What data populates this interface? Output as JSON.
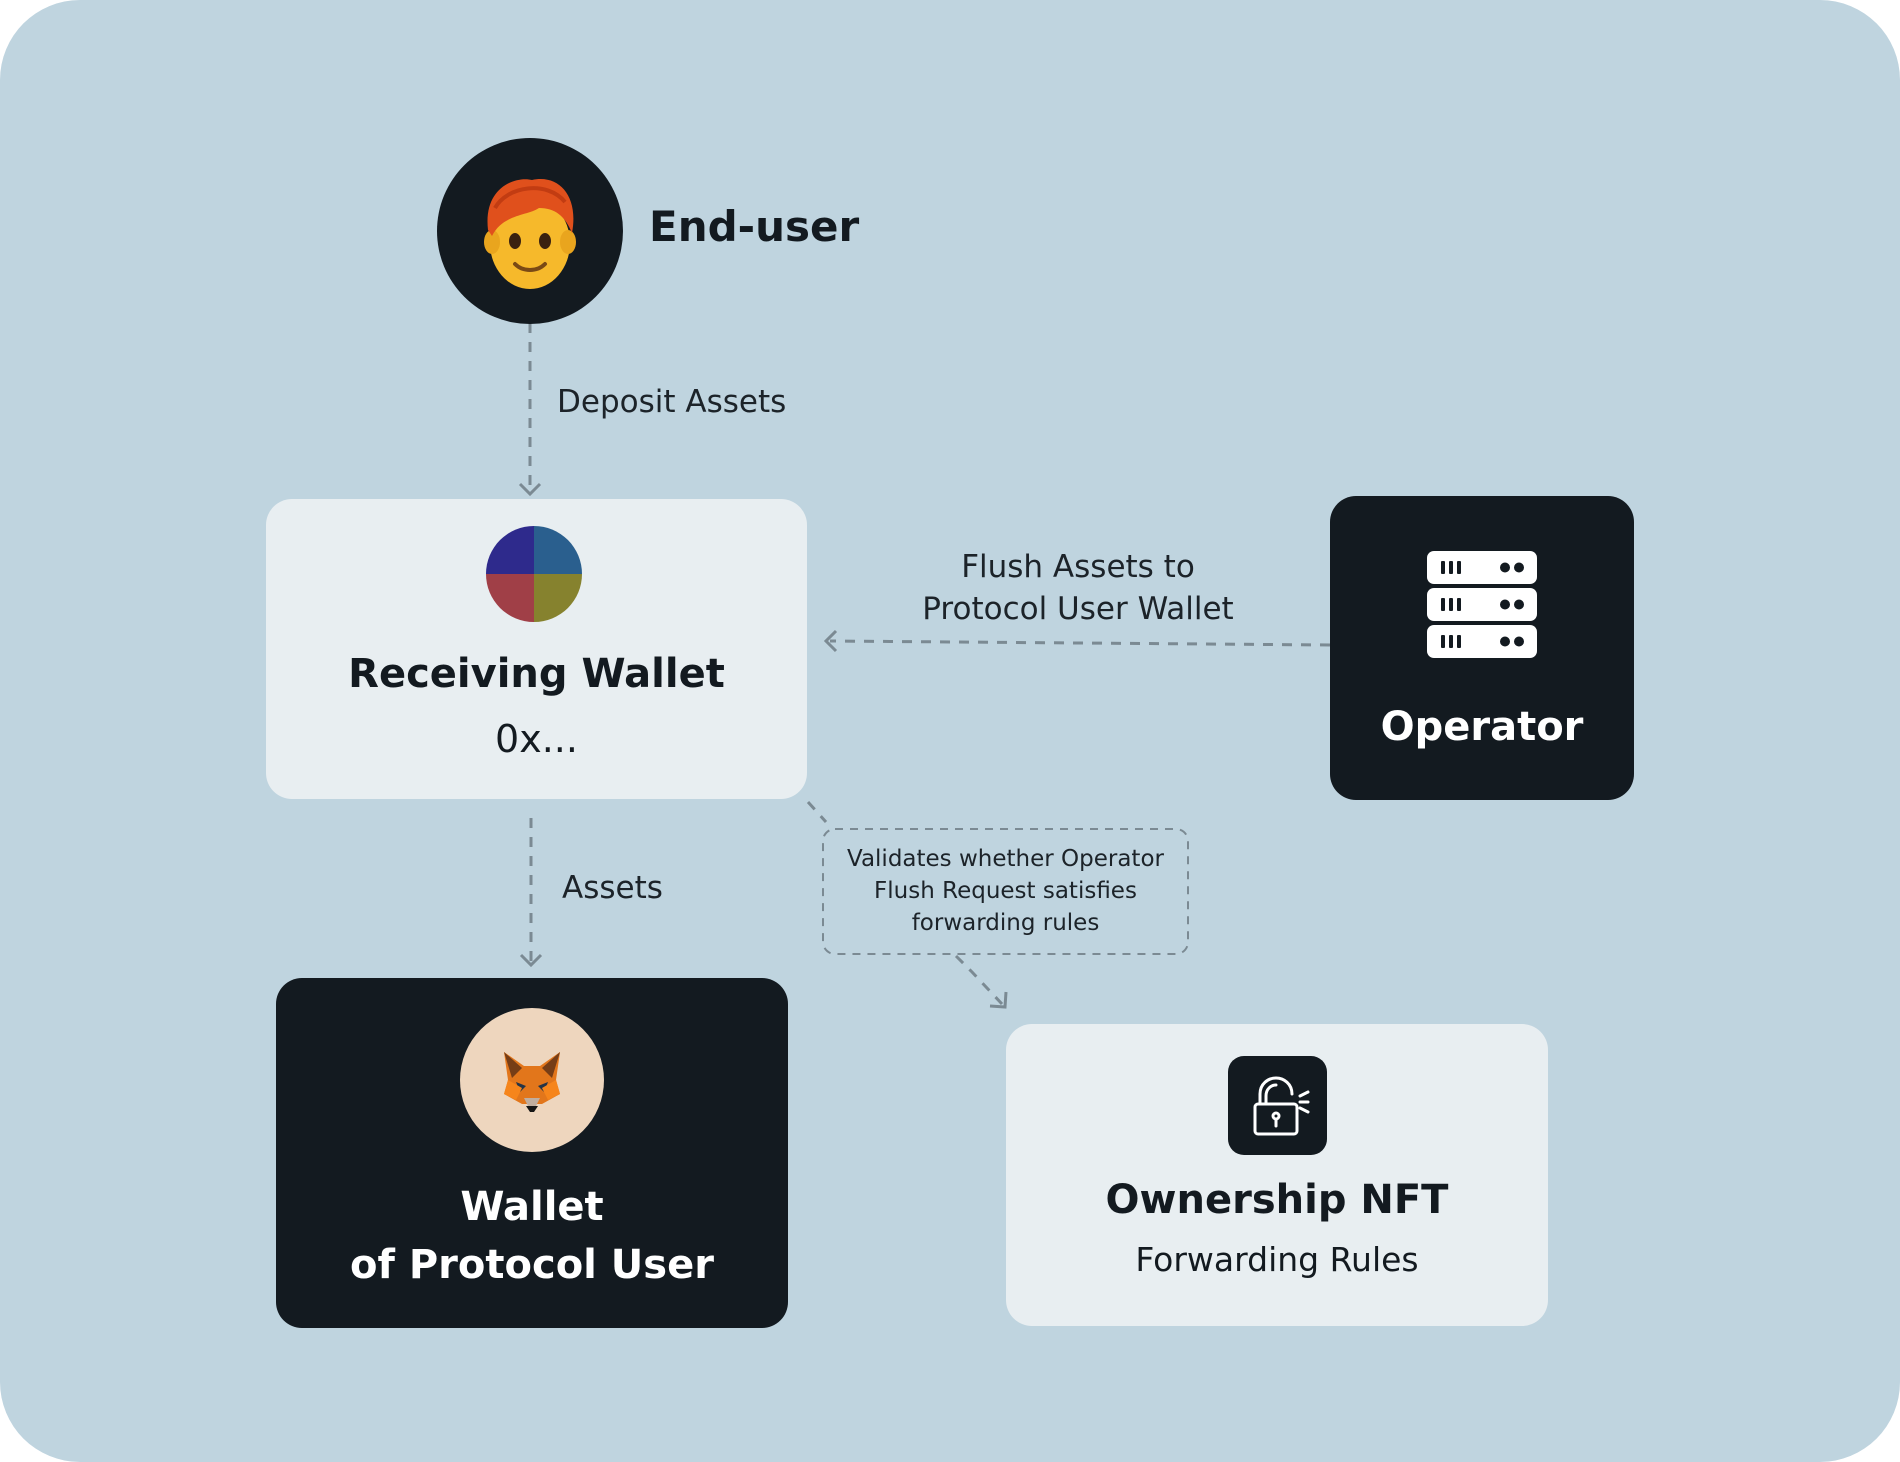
{
  "nodes": {
    "end_user": {
      "label": "End-user",
      "icon": "person-red-hair-icon"
    },
    "receiving_wallet": {
      "title": "Receiving Wallet",
      "subtitle": "0x...",
      "icon": "wallet-identicon-icon"
    },
    "operator": {
      "title": "Operator",
      "icon": "server-rack-icon"
    },
    "protocol_wallet": {
      "title_line1": "Wallet",
      "title_line2": "of Protocol User",
      "icon": "metamask-fox-icon"
    },
    "ownership_nft": {
      "title": "Ownership NFT",
      "subtitle": "Forwarding Rules",
      "icon": "unlocked-padlock-icon"
    }
  },
  "edges": {
    "deposit": {
      "label": "Deposit Assets"
    },
    "flush": {
      "label_line1": "Flush Assets to",
      "label_line2": "Protocol User Wallet"
    },
    "assets": {
      "label": "Assets"
    },
    "validate": {
      "line1": "Validates whether Operator",
      "line2": "Flush Request satisfies",
      "line3": "forwarding rules"
    }
  },
  "colors": {
    "background": "#bfd4df",
    "dark_node": "#131a20",
    "light_node": "#e8eef1",
    "edge": "#7b8a93"
  }
}
